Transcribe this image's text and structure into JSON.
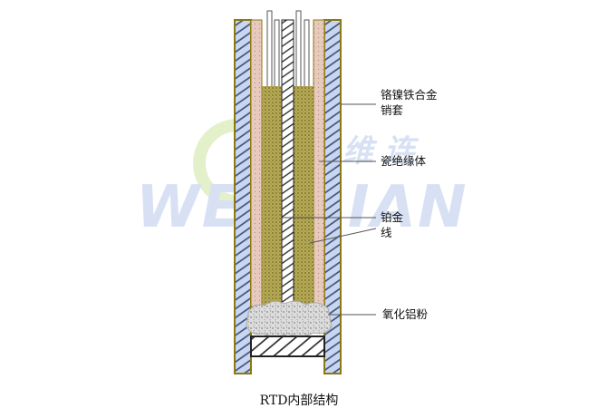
{
  "diagram": {
    "caption": "RTD内部结构",
    "labels": {
      "sheath_line1": "铬镍铁合金",
      "sheath_line2": "销套",
      "ceramic": "瓷绝缘体",
      "platinum_line1": "铂金",
      "platinum_line2": "线",
      "alumina": "氧化铝粉"
    }
  },
  "watermark": {
    "latin": "WEWLIAN",
    "cjk": "维 连"
  },
  "colors": {
    "sheath_fill": "#c9d6f0",
    "sheath_hatch": "#3a4a7c",
    "outline": "#8a7a10",
    "ceramic": "#e8c9bd",
    "element_fill": "#b7aa5a",
    "element_dot": "#6f6a18",
    "powder": "#dcdcdc",
    "watermark_blue": "#d6e0f4",
    "watermark_green": "#e3f0c8"
  }
}
